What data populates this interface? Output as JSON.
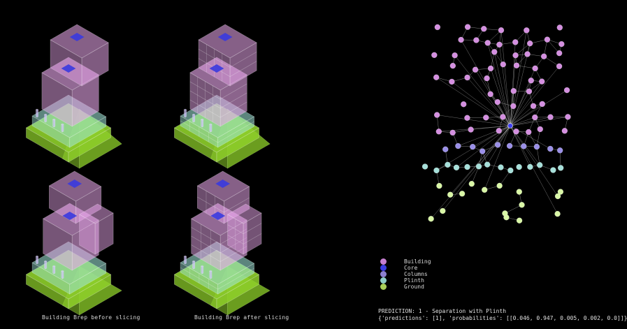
{
  "captions": {
    "before": "Building Brep before slicing",
    "after": "Building Brep after slicing"
  },
  "legend": [
    {
      "label": "Building",
      "color": "#c77fd0"
    },
    {
      "label": "Core",
      "color": "#3c3ce0"
    },
    {
      "label": "Columns",
      "color": "#8d80d0"
    },
    {
      "label": "Plinth",
      "color": "#8fcdc8"
    },
    {
      "label": "Ground",
      "color": "#a9cf5a"
    }
  ],
  "prediction": {
    "line1": "PREDICTION: 1 - Separation with Plinth",
    "line2": "{'predictions': [1], 'probabilities': [[0.046, 0.947, 0.005, 0.002, 0.0]]}"
  },
  "colors": {
    "building": "#e8a6ea",
    "core": "#3a3adf",
    "plinth": "#9fe6d8",
    "ground": "#8fd12a",
    "edge": "#ffffff"
  }
}
